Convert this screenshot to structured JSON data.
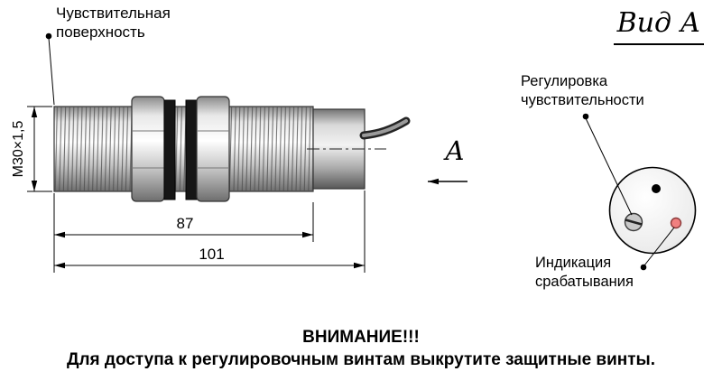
{
  "diagram": {
    "sensitive_surface_label": "Чувствительная поверхность",
    "thread_dim": "M30×1,5",
    "dim_87": "87",
    "dim_101": "101",
    "view_arrow_letter": "А"
  },
  "view_a": {
    "title": "Вид А",
    "sensitivity_adjustment_label": "Регулировка чувствительности",
    "indication_label": "Индикация срабатывания"
  },
  "warning": {
    "title": "ВНИМАНИЕ!!!",
    "message": "Для доступа к регулировочным винтам выкрутите защитные винты."
  },
  "colors": {
    "led_color": "#f08080",
    "line_color": "#000000"
  }
}
